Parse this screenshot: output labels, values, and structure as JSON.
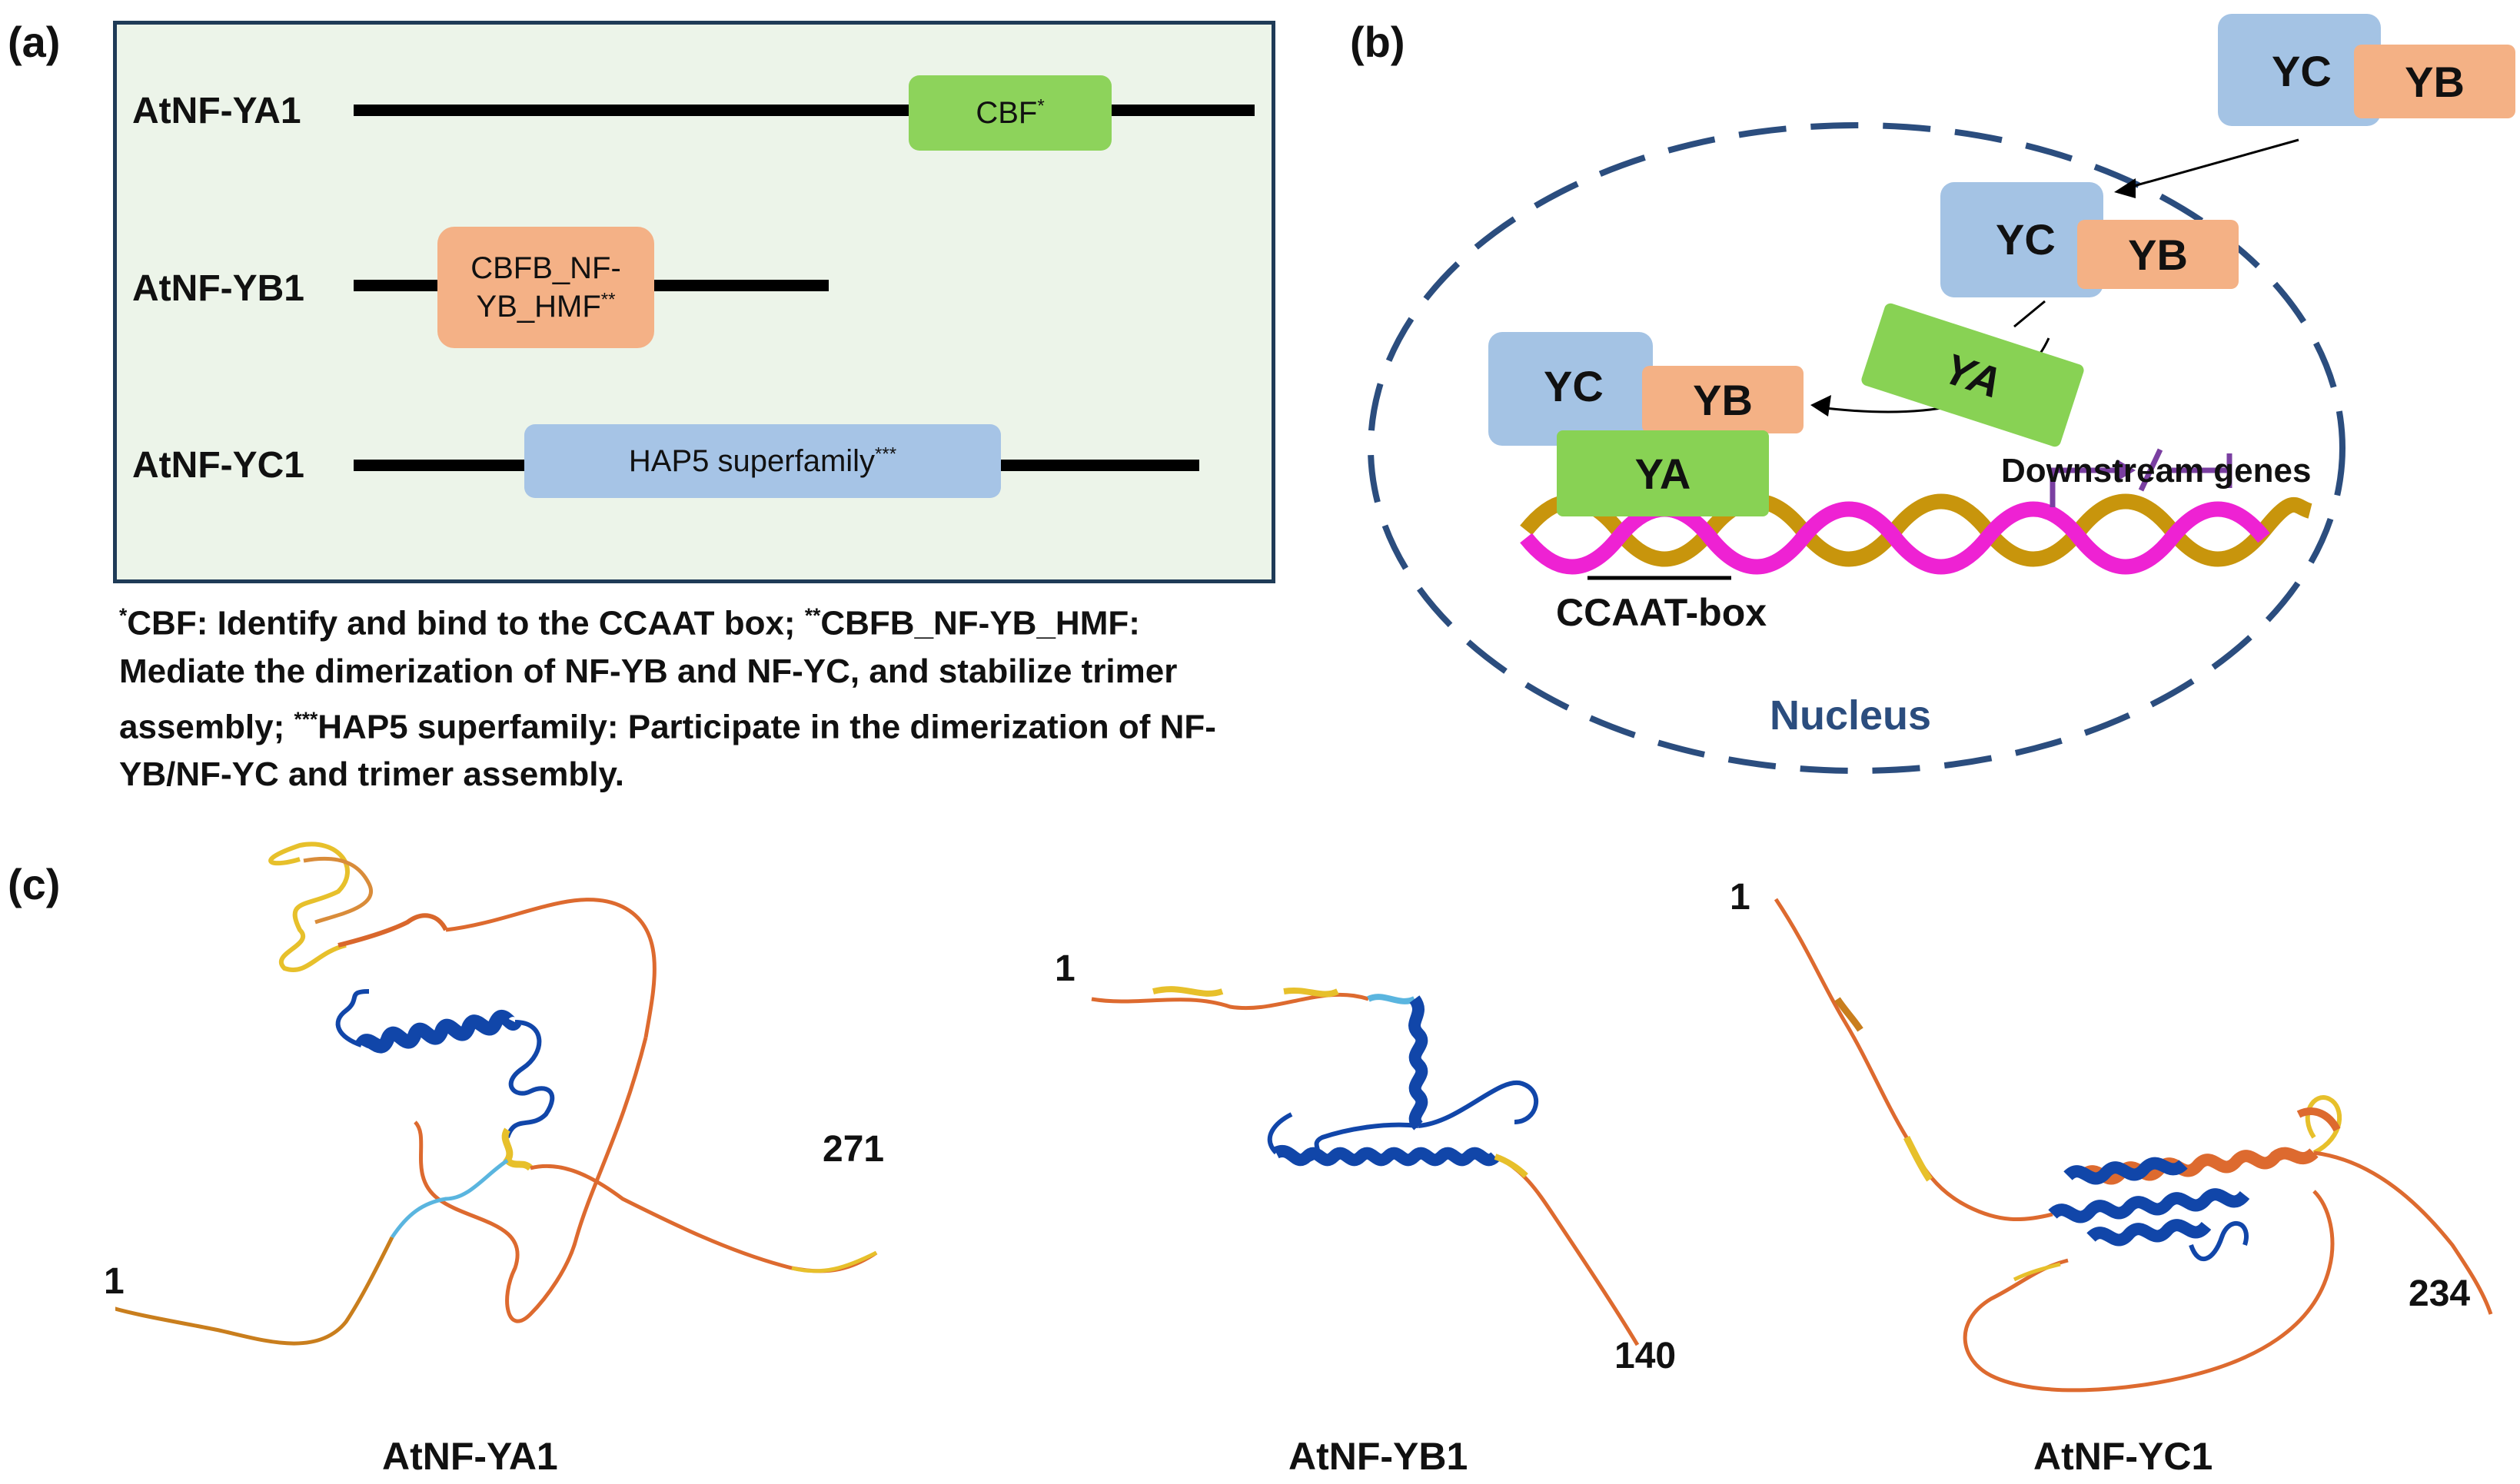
{
  "panel_a": {
    "letter": "(a)",
    "proteins": [
      {
        "name": "AtNF-YA1",
        "domain": "CBF",
        "domain_sup": "*",
        "domain_color": "#8dd35b"
      },
      {
        "name": "AtNF-YB1",
        "domain_line1": "CBFB_NF-",
        "domain_line2": "YB_HMF",
        "domain_sup": "**",
        "domain_color": "#f4b186"
      },
      {
        "name": "AtNF-YC1",
        "domain": "HAP5 superfamily",
        "domain_sup": "***",
        "domain_color": "#a6c4e6"
      }
    ],
    "footnote": {
      "sup1": "*",
      "text1": "CBF: Identify and bind to the CCAAT box; ",
      "sup2": "**",
      "text2": "CBFB_NF-YB_HMF: Mediate the dimerization of NF-YB and NF-YC, and stabilize trimer assembly; ",
      "sup3": "***",
      "text3": "HAP5 superfamily: Participate in the dimerization of NF-YB/NF-YC and trimer assembly."
    },
    "box_bg": "#ecf4e9",
    "box_border": "#1f3b57"
  },
  "panel_b": {
    "letter": "(b)",
    "yc": "YC",
    "yb": "YB",
    "ya": "YA",
    "downstream": "Downstream genes",
    "ccaat": "CCAAT-box",
    "nucleus": "Nucleus",
    "nucleus_color": "#2b4d7e"
  },
  "panel_c": {
    "letter": "(c)",
    "structures": [
      {
        "name": "AtNF-YA1",
        "start": "1",
        "end": "271"
      },
      {
        "name": "AtNF-YB1",
        "start": "1",
        "end": "140"
      },
      {
        "name": "AtNF-YC1",
        "start": "1",
        "end": "234"
      }
    ]
  }
}
